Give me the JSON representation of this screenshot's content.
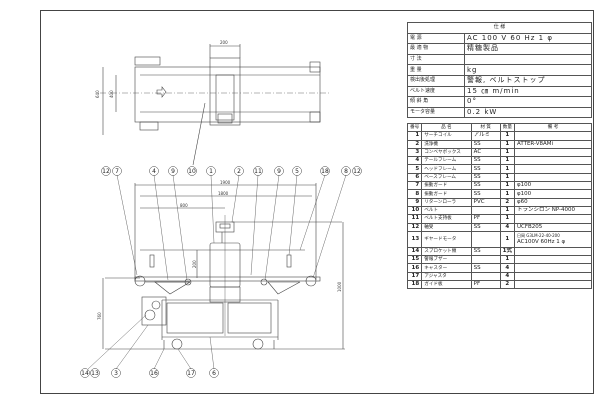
{
  "spec_table": {
    "title": "仕 様",
    "rows": [
      {
        "label": "電 源",
        "value": "AC 100 V  60 Hz  1 φ"
      },
      {
        "label": "最 適 物",
        "value": "精糖製品"
      },
      {
        "label": "寸 法",
        "value": ""
      },
      {
        "label": "重 量",
        "value": "kg"
      },
      {
        "label": "検出後処理",
        "value": "警報, ベルトストップ"
      },
      {
        "label": "ベルト速度",
        "value": "15 ㎝ m/min"
      },
      {
        "label": "傾 斜 角",
        "value": "0°"
      },
      {
        "label": "モータ容量",
        "value": "0.2  kW"
      }
    ]
  },
  "parts_table": {
    "headers": [
      "番号",
      "品 名",
      "材 質",
      "数量",
      "備 考"
    ],
    "rows": [
      {
        "no": "1",
        "name": "サーチコイル",
        "material": "アルミ",
        "qty": "1",
        "note": ""
      },
      {
        "no": "2",
        "name": "洗浄機",
        "material": "SS",
        "qty": "1",
        "note": "ATTER-V8AMi"
      },
      {
        "no": "3",
        "name": "コンベヤボックス",
        "material": "AC",
        "qty": "1",
        "note": ""
      },
      {
        "no": "4",
        "name": "テールフレーム",
        "material": "SS",
        "qty": "1",
        "note": ""
      },
      {
        "no": "5",
        "name": "ヘッドフレーム",
        "material": "SS",
        "qty": "1",
        "note": ""
      },
      {
        "no": "6",
        "name": "ベースフレーム",
        "material": "SS",
        "qty": "1",
        "note": ""
      },
      {
        "no": "7",
        "name": "振動ガード",
        "material": "SS",
        "qty": "1",
        "note": "φ100"
      },
      {
        "no": "8",
        "name": "振動ガード",
        "material": "SS",
        "qty": "1",
        "note": "φ100"
      },
      {
        "no": "9",
        "name": "リターンローラ",
        "material": "PVC",
        "qty": "2",
        "note": "φ60"
      },
      {
        "no": "10",
        "name": "ベルト",
        "material": "",
        "qty": "1",
        "note": "トランシロン NP-4000"
      },
      {
        "no": "11",
        "name": "ベルト支持板",
        "material": "PF",
        "qty": "1",
        "note": ""
      },
      {
        "no": "12",
        "name": "軸受",
        "material": "SS",
        "qty": "4",
        "note": "UCFB205"
      },
      {
        "no": "13",
        "name": "ギヤードモータ",
        "material": "",
        "qty": "1",
        "note": "日岡 G3LM-22-40-200",
        "note2": "AC100V  60Hz  1 φ"
      },
      {
        "no": "14",
        "name": "スプロケット類",
        "material": "SS",
        "qty": "1式",
        "note": ""
      },
      {
        "no": "15",
        "name": "警報ブザー",
        "material": "",
        "qty": "1",
        "note": ""
      },
      {
        "no": "16",
        "name": "キャスター",
        "material": "SS",
        "qty": "4",
        "note": ""
      },
      {
        "no": "17",
        "name": "アジャスタ",
        "material": "",
        "qty": "4",
        "note": ""
      },
      {
        "no": "18",
        "name": "ガイド板",
        "material": "PF",
        "qty": "2",
        "note": ""
      }
    ]
  },
  "dimensions": {
    "top_width": "200",
    "top_height1": "640",
    "top_height2": "400",
    "overall_length": "1900",
    "frame_length": "1800",
    "half_length": "800",
    "opening": "200",
    "belt_height": "760",
    "total_height": "1000"
  },
  "balloons_top": [
    "12",
    "7",
    "4",
    "9",
    "10",
    "1",
    "2",
    "11",
    "9",
    "5",
    "18",
    "8",
    "12"
  ],
  "balloons_bottom": [
    "14",
    "13",
    "3",
    "16",
    "17",
    "6"
  ]
}
